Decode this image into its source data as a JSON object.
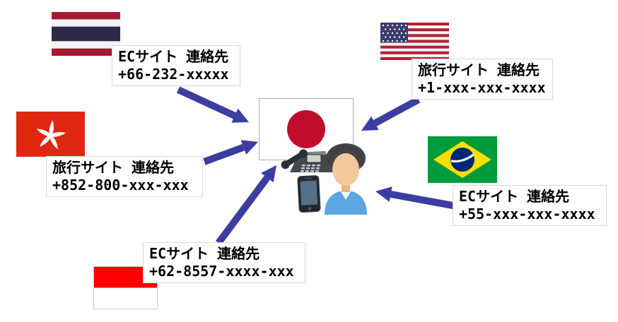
{
  "labels": {
    "thailand": {
      "line1": "ECサイト 連絡先",
      "line2": "+66-232-xxxxx"
    },
    "usa": {
      "line1": "旅行サイト 連絡先",
      "line2": "+1-xxx-xxx-xxxx"
    },
    "hongkong": {
      "line1": "旅行サイト 連絡先",
      "line2": "+852-800-xxx-xxx"
    },
    "brazil": {
      "line1": "ECサイト 連絡先",
      "line2": "+55-xxx-xxx-xxxx"
    },
    "indonesia": {
      "line1": "ECサイト 連絡先",
      "line2": "+62-8557-xxxx-xxx"
    }
  },
  "colors": {
    "arrow": "#3B3E9E",
    "japan_red": "#C00D2E",
    "thailand_red": "#A51931",
    "thailand_navy": "#2D2A4A",
    "usa_red": "#B22234",
    "usa_canton": "#3C3B6E",
    "hongkong_red": "#DE2910",
    "brazil_green": "#009B3A",
    "brazil_yellow": "#FEDF00",
    "brazil_blue": "#002776",
    "indonesia_red": "#FF0000"
  }
}
